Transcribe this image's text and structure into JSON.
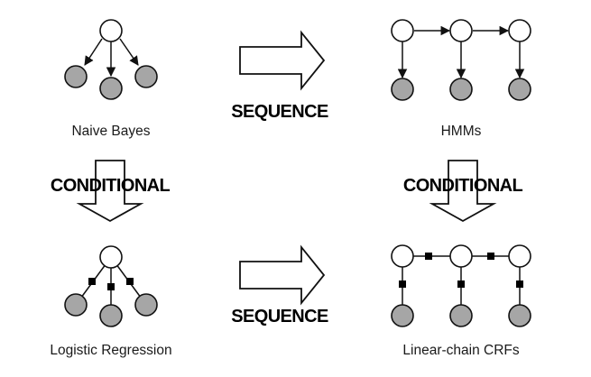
{
  "colors": {
    "background": "#ffffff",
    "observed_node": "#a6a6a6",
    "hidden_node": "#ffffff",
    "stroke": "#111111",
    "factor": "#000000"
  },
  "labels": {
    "naive_bayes": "Naive Bayes",
    "hmms": "HMMs",
    "logistic_regression": "Logistic Regression",
    "linear_chain_crfs": "Linear-chain CRFs"
  },
  "arrows": {
    "sequence_top": "SEQUENCE",
    "sequence_bottom": "SEQUENCE",
    "conditional_left": "CONDITIONAL",
    "conditional_right": "CONDITIONAL"
  }
}
